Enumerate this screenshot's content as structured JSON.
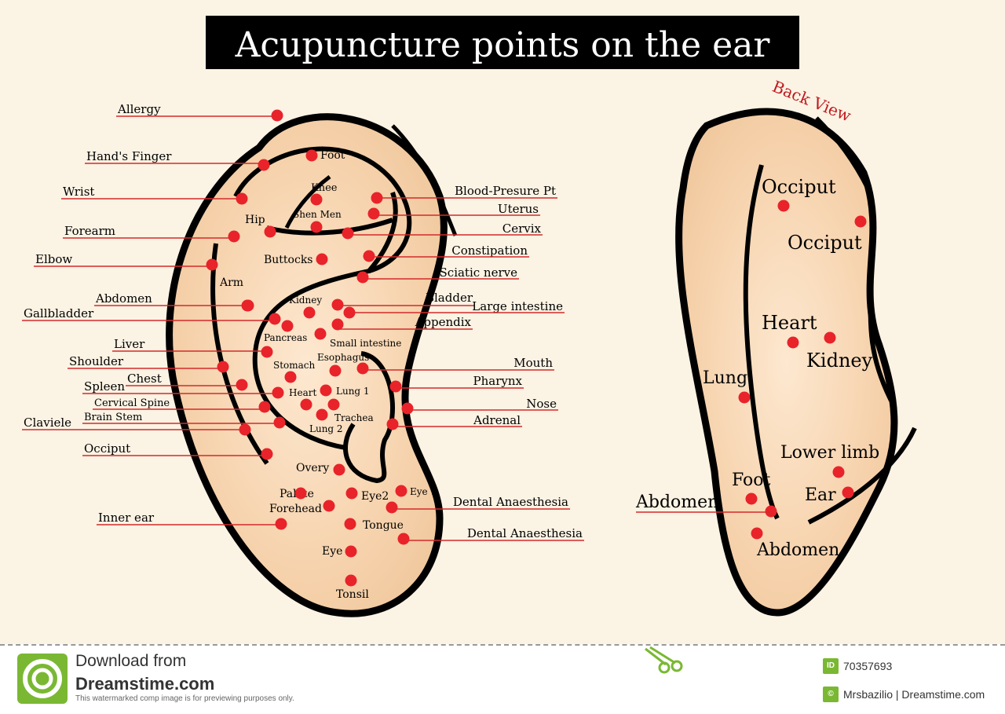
{
  "title": "Acupuncture points on the ear",
  "back_view": "Back View",
  "front_left": [
    "Allergy",
    "Hand's Finger",
    "Wrist",
    "Forearm",
    "Elbow",
    "Abdomen",
    "Gallbladder",
    "Liver",
    "Shoulder",
    "Chest",
    "Spleen",
    "Cervical Spine",
    "Brain Stem",
    "Claviele",
    "Occiput",
    "Inner ear"
  ],
  "front_right": [
    "Blood-Presure Pt",
    "Uterus",
    "Cervix",
    "Constipation",
    "Sciatic nerve",
    "Bladder",
    "Large intestine",
    "Appendix",
    "Mouth",
    "Pharynx",
    "Nose",
    "Adrenal",
    "Dental Anaesthesia",
    "Dental Anaesthesia"
  ],
  "front_inner": [
    "Foot",
    "Knee",
    "Hip",
    "Shen Men",
    "Buttocks",
    "Arm",
    "Kidney",
    "Pancreas",
    "Small intestine",
    "Esophagus",
    "Stomach",
    "Heart",
    "Lung 1",
    "Trachea",
    "Lung 2",
    "Overy",
    "Palate",
    "Eye2",
    "Eye 1",
    "Forehead",
    "Tongue",
    "Eye",
    "Tonsil"
  ],
  "back_labels": [
    "Occiput",
    "Occiput",
    "Heart",
    "Kidney",
    "Lung",
    "Lower limb",
    "Foot",
    "Ear",
    "Abdomen",
    "Abdomen"
  ],
  "footer": {
    "download_line1": "Download from",
    "download_line2": "Dreamstime.com",
    "disclaimer": "This watermarked comp image is for previewing purposes only.",
    "id_badge": "ID",
    "image_id": "70357693",
    "credit": "Mrsbazilio | Dreamstime.com"
  },
  "colors": {
    "point": "#e8232a",
    "line": "#d42a2a",
    "outline": "#000000",
    "skin": "#f5d3b0",
    "background": "#fbf3e4",
    "accent": "#7ab833"
  }
}
